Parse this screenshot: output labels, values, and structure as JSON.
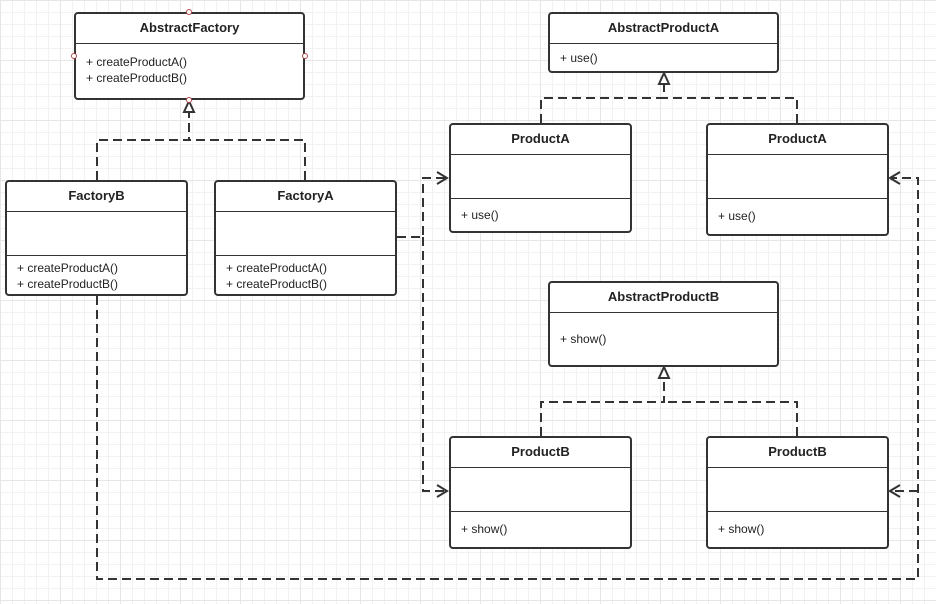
{
  "diagram": {
    "abstract_factory": {
      "name": "AbstractFactory",
      "ops": [
        "+ createProductA()",
        "+ createProductB()"
      ]
    },
    "factory_b": {
      "name": "FactoryB",
      "ops": [
        "+ createProductA()",
        "+ createProductB()"
      ]
    },
    "factory_a": {
      "name": "FactoryA",
      "ops": [
        "+ createProductA()",
        "+ createProductB()"
      ]
    },
    "abstract_product_a": {
      "name": "AbstractProductA",
      "ops": [
        "+ use()"
      ]
    },
    "product_a1": {
      "name": "ProductA",
      "ops": [
        "+ use()"
      ]
    },
    "product_a2": {
      "name": "ProductA",
      "ops": [
        "+ use()"
      ]
    },
    "abstract_product_b": {
      "name": "AbstractProductB",
      "ops": [
        "+ show()"
      ]
    },
    "product_b1": {
      "name": "ProductB",
      "ops": [
        "+ show()"
      ]
    },
    "product_b2": {
      "name": "ProductB",
      "ops": [
        "+ show()"
      ]
    },
    "colors": {
      "stroke": "#333333",
      "grid": "#e6e6e6",
      "port": "#b24b4b"
    }
  }
}
